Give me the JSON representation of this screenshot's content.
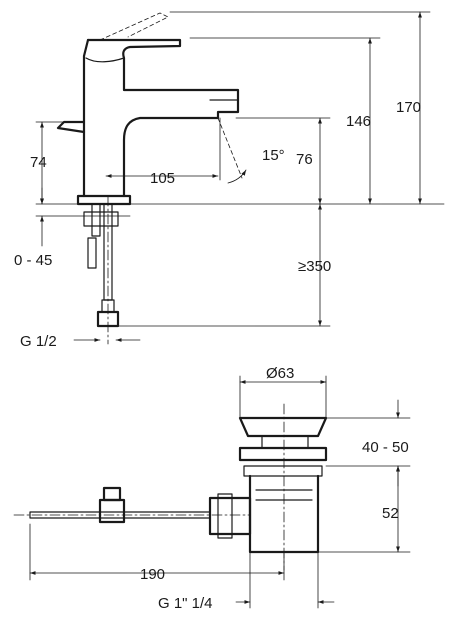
{
  "faucet": {
    "spout_angle": "15°",
    "spout_reach": "105",
    "total_height": "170",
    "lever_height": "146",
    "spout_height": "76",
    "lever_drop": "74",
    "deck_thickness": "0 - 45",
    "hose_length": "≥350",
    "connection": "G 1/2"
  },
  "waste": {
    "plug_diameter": "Ø63",
    "lift_range": "40 - 50",
    "body_height": "52",
    "rod_length": "190",
    "thread": "G 1\" 1/4"
  }
}
